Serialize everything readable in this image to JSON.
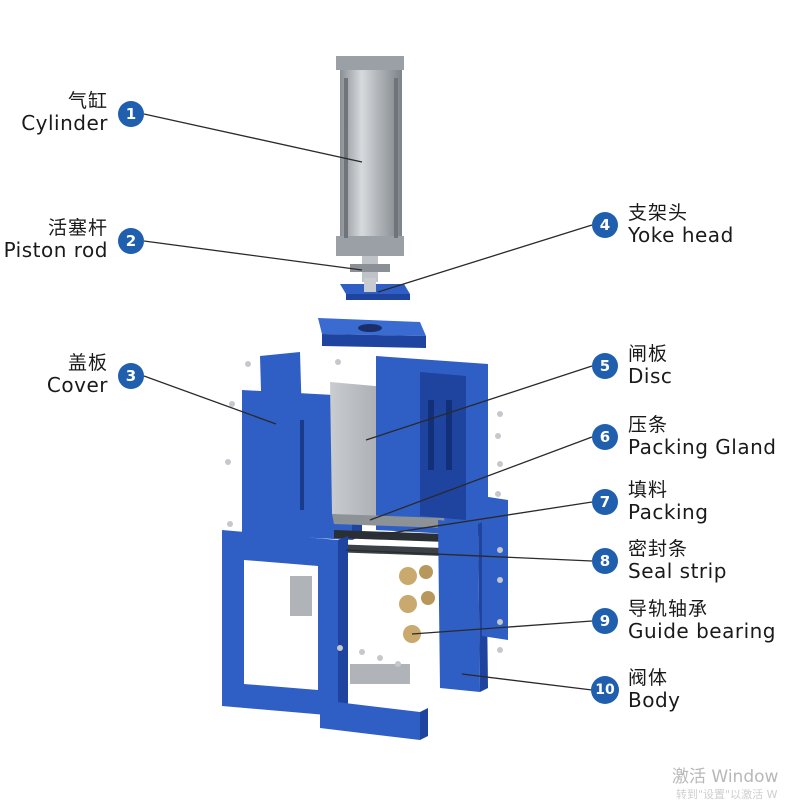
{
  "colors": {
    "accent": "#1f5fae",
    "part_blue": "#2f5fc4",
    "part_blue_dark": "#1e44a0",
    "steel": "#a9adb2",
    "leader": "#2a2a2a"
  },
  "callouts": [
    {
      "num": "1",
      "cn": "气缸",
      "en": "Cylinder"
    },
    {
      "num": "2",
      "cn": "活塞杆",
      "en": "Piston rod"
    },
    {
      "num": "3",
      "cn": "盖板",
      "en": "Cover"
    },
    {
      "num": "4",
      "cn": "支架头",
      "en": "Yoke head"
    },
    {
      "num": "5",
      "cn": "闸板",
      "en": "Disc"
    },
    {
      "num": "6",
      "cn": "压条",
      "en": "Packing Gland"
    },
    {
      "num": "7",
      "cn": "填料",
      "en": "Packing"
    },
    {
      "num": "8",
      "cn": "密封条",
      "en": "Seal strip"
    },
    {
      "num": "9",
      "cn": "导轨轴承",
      "en": "Guide bearing"
    },
    {
      "num": "10",
      "cn": "阀体",
      "en": "Body"
    }
  ],
  "watermark": {
    "line1": "激活 Window",
    "line2": "转到\"设置\"以激活 W"
  }
}
